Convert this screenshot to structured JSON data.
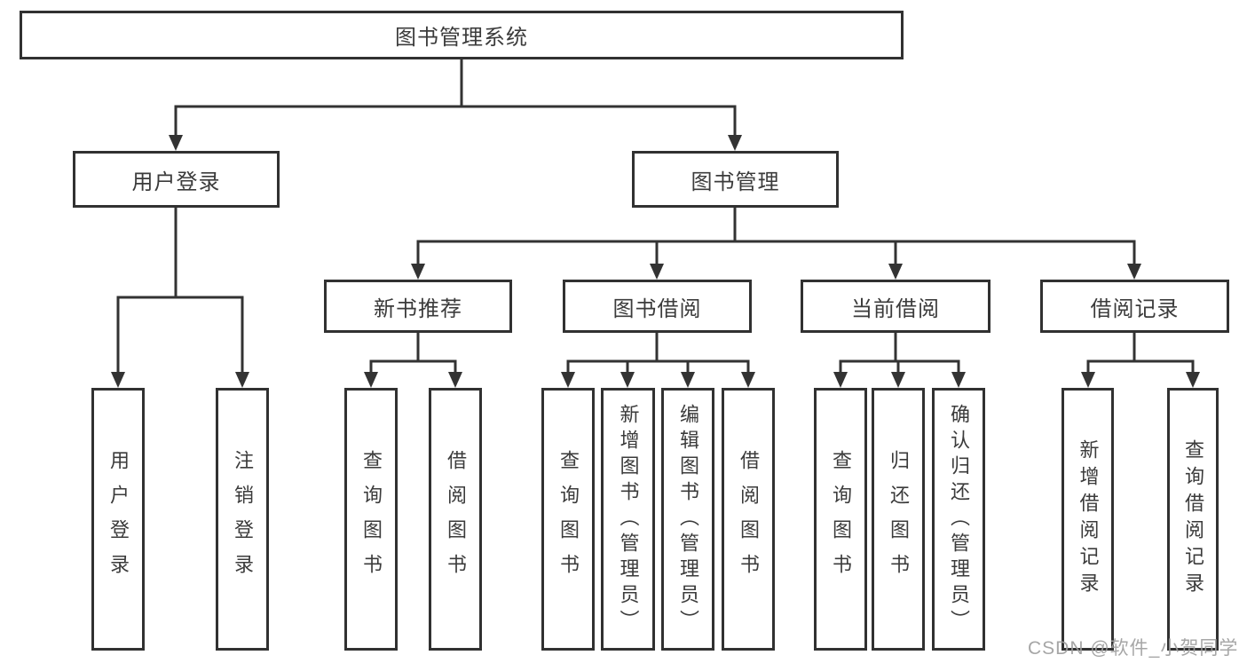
{
  "colors": {
    "line": "#333333",
    "border": "#313131",
    "text": "#3b3b3b",
    "background": "#ffffff",
    "watermark": "#9e9e9e"
  },
  "watermark": "CSDN @软件_小贺同学",
  "tree": {
    "root": {
      "label": "图书管理系统"
    },
    "user_login": {
      "label": "用户登录",
      "children": [
        {
          "label": "用户登录"
        },
        {
          "label": "注销登录"
        }
      ]
    },
    "book_mgmt": {
      "label": "图书管理"
    },
    "new_book_rec": {
      "label": "新书推荐",
      "children": [
        {
          "label": "查询图书"
        },
        {
          "label": "借阅图书"
        }
      ]
    },
    "book_borrow": {
      "label": "图书借阅",
      "children": [
        {
          "label": "查询图书"
        },
        {
          "label": "新增图书（管理员）"
        },
        {
          "label": "编辑图书（管理员）"
        },
        {
          "label": "借阅图书"
        }
      ]
    },
    "current_borrow": {
      "label": "当前借阅",
      "children": [
        {
          "label": "查询图书"
        },
        {
          "label": "归还图书"
        },
        {
          "label": "确认归还（管理员）"
        }
      ]
    },
    "borrow_records": {
      "label": "借阅记录",
      "children": [
        {
          "label": "新增借阅记录"
        },
        {
          "label": "查询借阅记录"
        }
      ]
    }
  }
}
